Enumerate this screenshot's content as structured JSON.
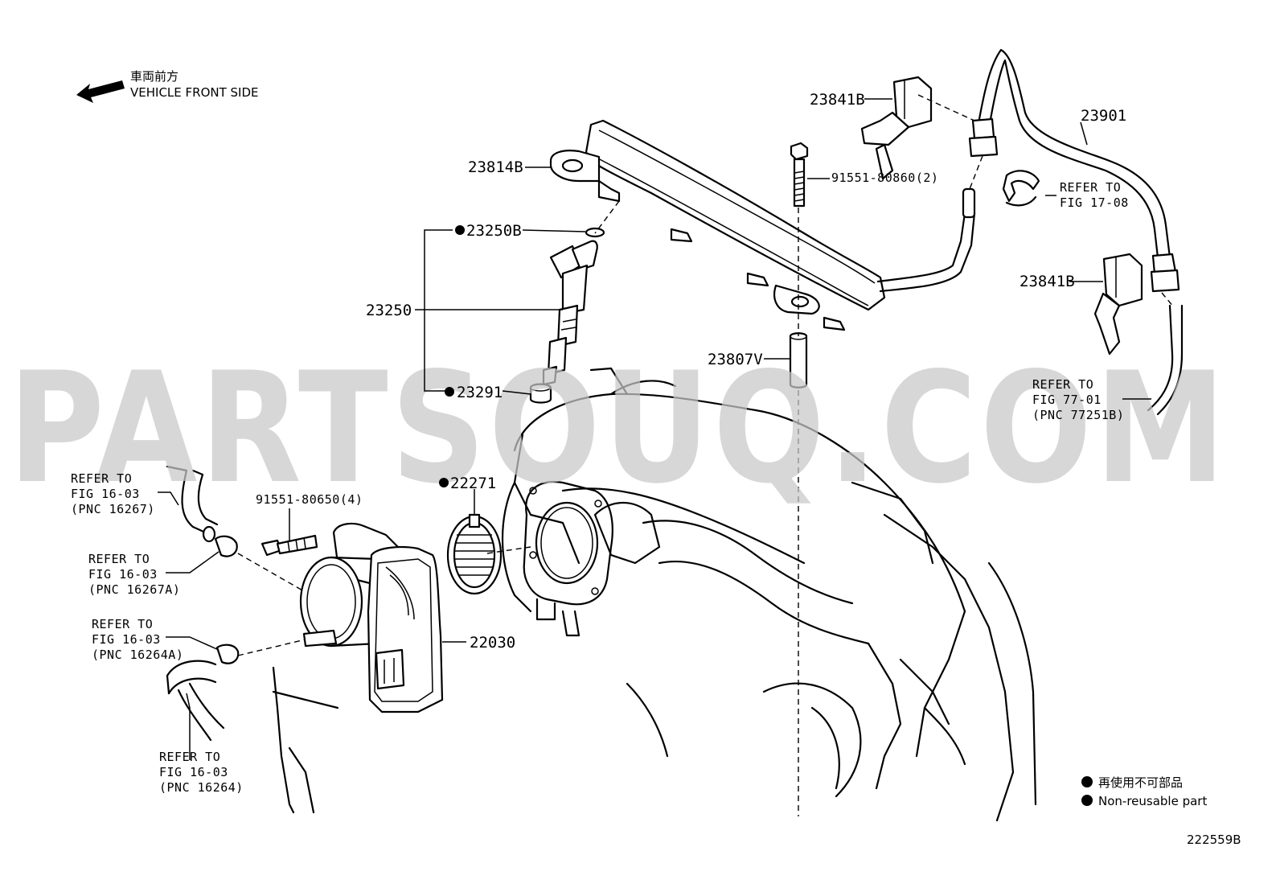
{
  "orientation": {
    "label_jp": "車両前方",
    "label_en": "VEHICLE FRONT SIDE"
  },
  "watermark": "PARTSOUQ.COM",
  "parts": {
    "p23841B_top": "23841B",
    "p23901": "23901",
    "p23814B": "23814B",
    "p91551_80860": "91551-80860(2)",
    "p23250B": "23250B",
    "p23250": "23250",
    "p23291": "23291",
    "p23807V": "23807V",
    "p23841B_right": "23841B",
    "p22271": "22271",
    "p91551_80650": "91551-80650(4)",
    "p22030": "22030"
  },
  "refs": {
    "fig17_08": {
      "line1": "REFER TO",
      "line2": "FIG 17-08"
    },
    "fig77_01": {
      "line1": "REFER TO",
      "line2": "FIG 77-01",
      "line3": "(PNC 77251B)"
    },
    "fig16_03_a": {
      "line1": "REFER TO",
      "line2": "FIG 16-03",
      "line3": "(PNC 16267)"
    },
    "fig16_03_b": {
      "line1": "REFER TO",
      "line2": "FIG 16-03",
      "line3": "(PNC 16267A)"
    },
    "fig16_03_c": {
      "line1": "REFER TO",
      "line2": "FIG 16-03",
      "line3": "(PNC 16264A)"
    },
    "fig16_03_d": {
      "line1": "REFER TO",
      "line2": "FIG 16-03",
      "line3": "(PNC 16264)"
    }
  },
  "legend": {
    "jp": "再使用不可部品",
    "en": "Non-reusable part"
  },
  "diagram_id": "222559B"
}
